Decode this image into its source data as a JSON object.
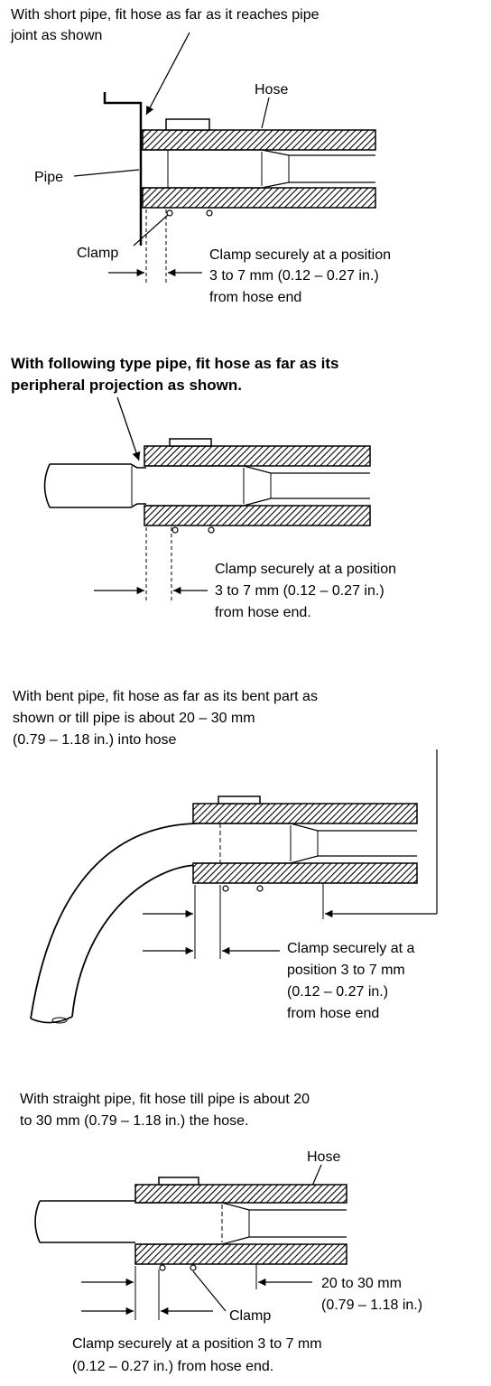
{
  "section1": {
    "heading_line1": "With short pipe, fit hose as far as it reaches pipe",
    "heading_line2": "joint as shown",
    "label_hose": "Hose",
    "label_pipe": "Pipe",
    "label_clamp": "Clamp",
    "note_line1": "Clamp securely at a position",
    "note_line2": "3 to 7 mm (0.12 – 0.27 in.)",
    "note_line3": "from hose end"
  },
  "section2": {
    "heading_line1": "With following type pipe, fit hose as far as its",
    "heading_line2": "peripheral projection as shown.",
    "note_line1": "Clamp securely at a position",
    "note_line2": "3 to 7 mm (0.12 – 0.27 in.)",
    "note_line3": "from hose end."
  },
  "section3": {
    "heading_line1": "With bent pipe, fit hose as far as its bent part as",
    "heading_line2": "shown or till pipe is about 20 – 30 mm",
    "heading_line3": "(0.79 – 1.18 in.) into hose",
    "note_line1": "Clamp securely at a",
    "note_line2": "position 3 to 7 mm",
    "note_line3": "(0.12 – 0.27 in.)",
    "note_line4": "from hose end"
  },
  "section4": {
    "heading_line1": "With straight pipe, fit hose till pipe is about 20",
    "heading_line2": "to 30 mm (0.79 – 1.18 in.) the hose.",
    "label_hose": "Hose",
    "label_clamp": "Clamp",
    "dim_line1": "20 to 30 mm",
    "dim_line2": "(0.79 – 1.18 in.)",
    "note_line1": "Clamp securely at a position 3 to 7 mm",
    "note_line2": "(0.12 – 0.27 in.) from hose end."
  }
}
